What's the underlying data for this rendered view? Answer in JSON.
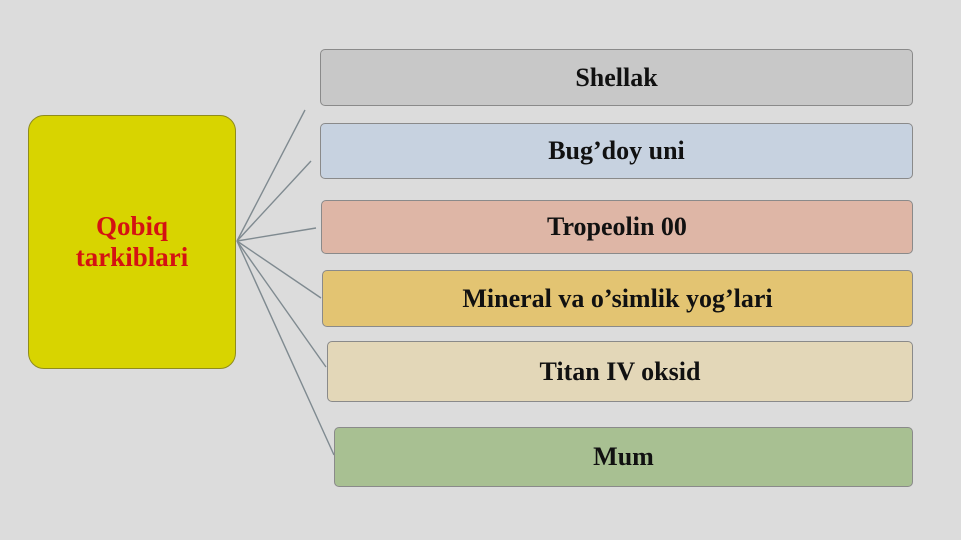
{
  "root": {
    "label_line1": "Qobiq",
    "label_line2": "tarkiblari",
    "fill_color": "#d8d400",
    "text_color": "#d41212"
  },
  "items": [
    {
      "label": "Shellak",
      "color": "#c8c8c8"
    },
    {
      "label": "Bug’doy uni",
      "color": "#c7d2e0"
    },
    {
      "label": "Tropeolin 00",
      "color": "#deb6a6"
    },
    {
      "label": "Mineral va o’simlik yog’lari",
      "color": "#e3c472"
    },
    {
      "label": "Titan IV oksid",
      "color": "#e3d7b8"
    },
    {
      "label": "Mum",
      "color": "#a8c092"
    }
  ],
  "connector_color": "#7f8a90"
}
